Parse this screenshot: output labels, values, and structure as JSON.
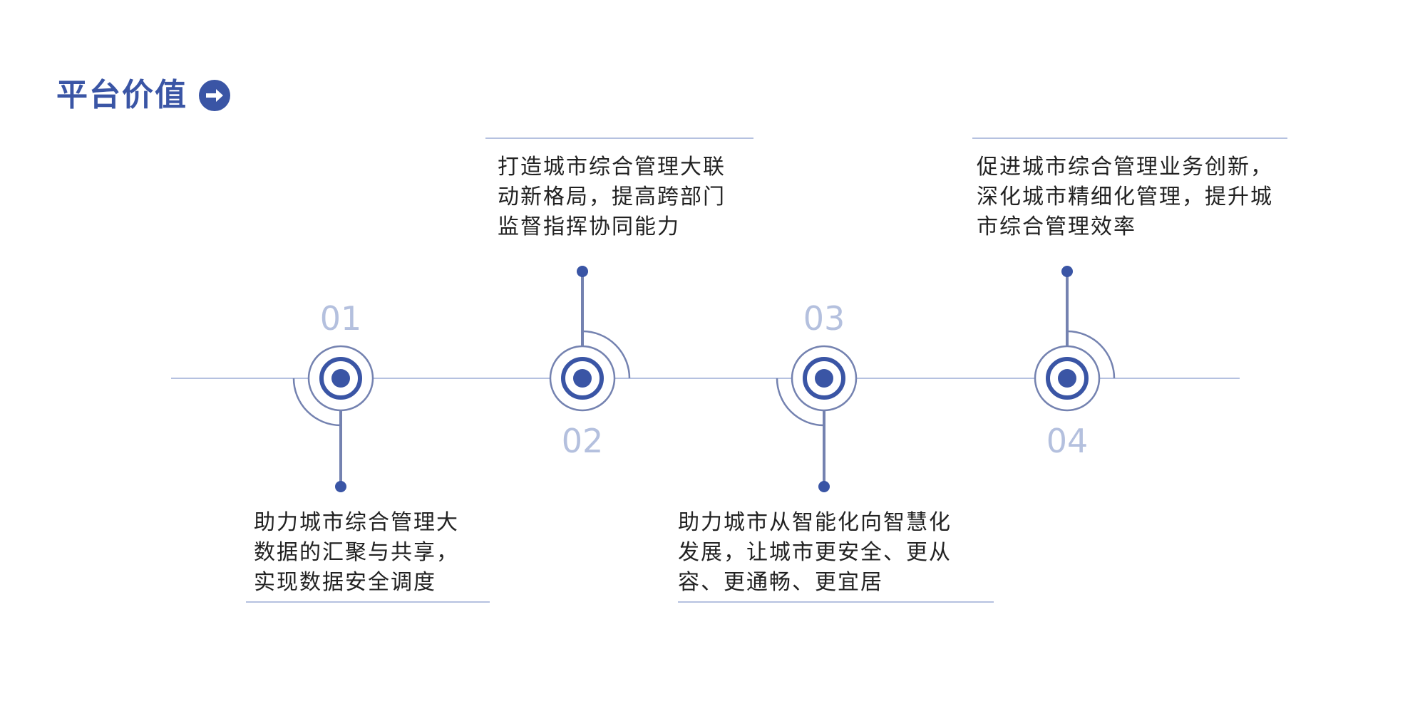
{
  "title": "平台价值",
  "colors": {
    "accent": "#3a55a5",
    "line": "#b5c1e0",
    "ring": "#7482b0",
    "number": "#b4c0de"
  },
  "steps": [
    {
      "number": "01",
      "lines": [
        "助力城市综合管理大",
        "数据的汇聚与共享，",
        "实现数据安全调度"
      ]
    },
    {
      "number": "02",
      "lines": [
        "打造城市综合管理大联",
        "动新格局，提高跨部门",
        "监督指挥协同能力"
      ]
    },
    {
      "number": "03",
      "lines": [
        "助力城市从智能化向智慧化",
        "发展，让城市更安全、更从",
        "容、更通畅、更宜居"
      ]
    },
    {
      "number": "04",
      "lines": [
        "促进城市综合管理业务创新，",
        "深化城市精细化管理，提升城",
        "市综合管理效率"
      ]
    }
  ]
}
